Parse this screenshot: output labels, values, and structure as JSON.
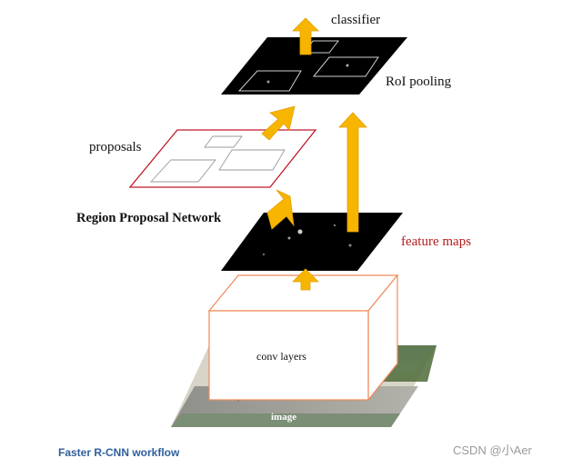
{
  "labels": {
    "classifier": "classifier",
    "roi_pooling": "RoI pooling",
    "proposals": "proposals",
    "rpn": "Region Proposal Network",
    "feature_maps": "feature maps",
    "conv_layers": "conv layers",
    "image": "image"
  },
  "caption": "Faster R-CNN workflow",
  "watermark": "CSDN @小Aer",
  "colors": {
    "arrow": "#f7b500",
    "arrow_stroke": "#e39f00",
    "feature_map_fill": "#000000",
    "proposal_border": "#c0192a",
    "feature_maps_text": "#b51b1b",
    "conv_box_border": "#f08a55",
    "caption": "#2f5f9c"
  }
}
